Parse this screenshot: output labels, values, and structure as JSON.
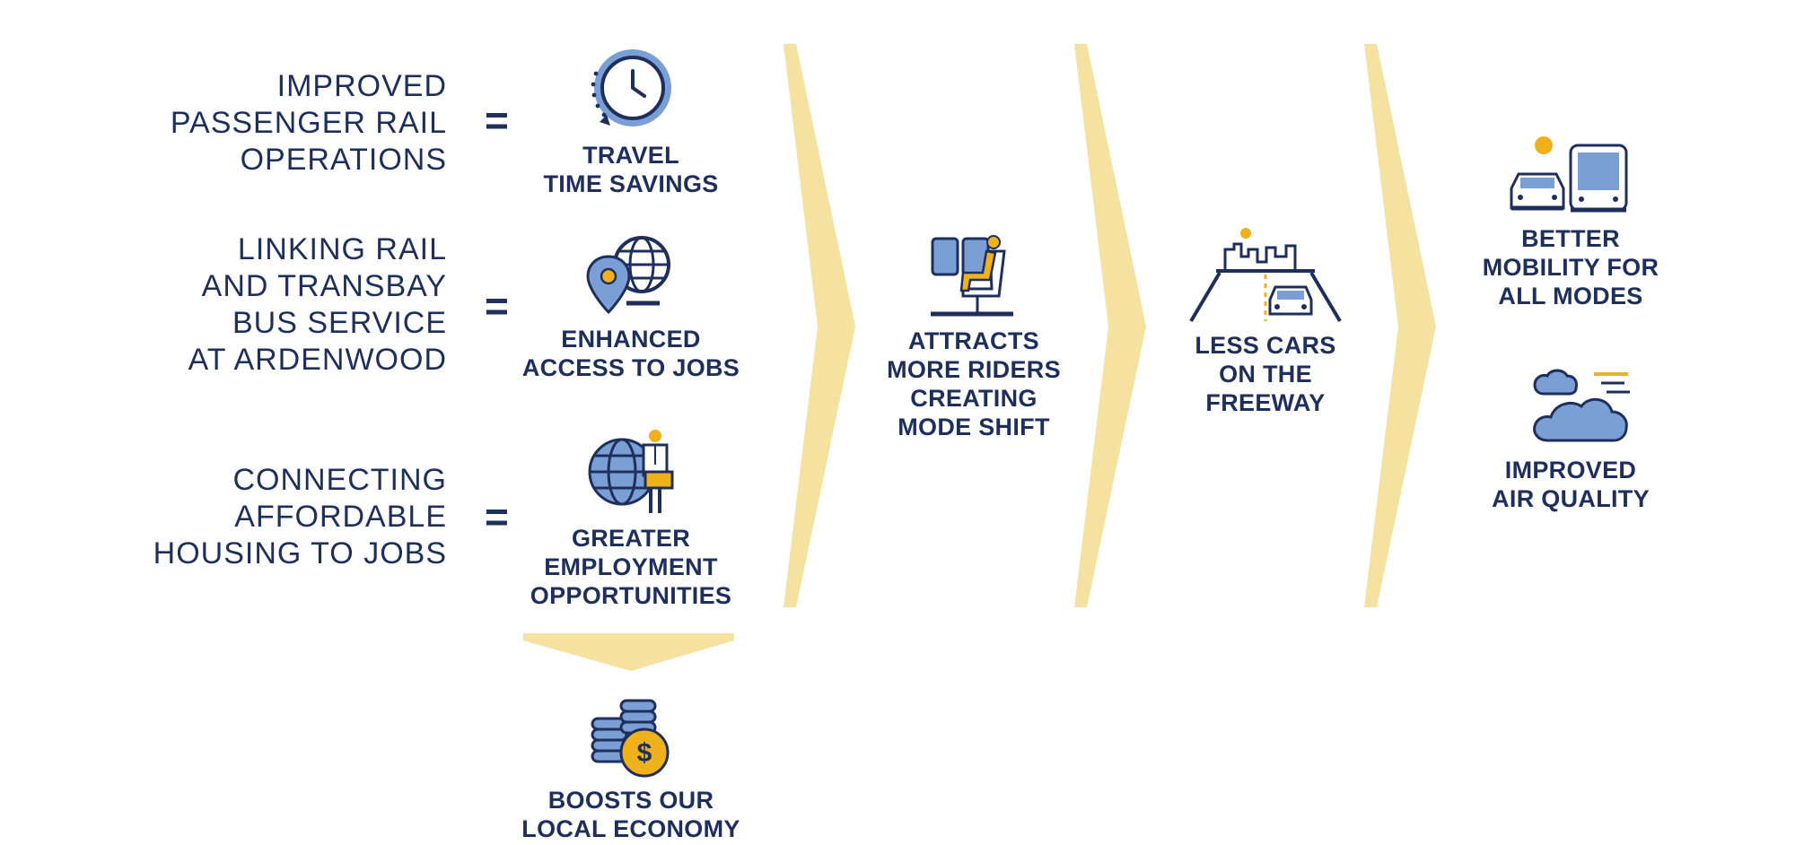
{
  "colors": {
    "navy": "#1f2f5c",
    "blue": "#7a9fd4",
    "gold": "#f0b21c",
    "pale": "#f5e1a0"
  },
  "causes": [
    {
      "text": "IMPROVED\nPASSENGER RAIL\nOPERATIONS"
    },
    {
      "text": "LINKING RAIL\nAND TRANSBAY\nBUS SERVICE\nAT ARDENWOOD"
    },
    {
      "text": "CONNECTING\nAFFORDABLE\nHOUSING TO JOBS"
    }
  ],
  "equals": "=",
  "benefits": [
    {
      "icon": "clock-icon",
      "label": "TRAVEL\nTIME SAVINGS"
    },
    {
      "icon": "location-globe-icon",
      "label": "ENHANCED\nACCESS TO JOBS"
    },
    {
      "icon": "globe-worker-icon",
      "label": "GREATER\nEMPLOYMENT\nOPPORTUNITIES"
    }
  ],
  "economy": {
    "icon": "coins-icon",
    "label": "BOOSTS OUR\nLOCAL ECONOMY"
  },
  "riders": {
    "icon": "train-seat-passenger-icon",
    "label": "ATTRACTS\nMORE RIDERS\nCREATING\nMODE SHIFT"
  },
  "freeway": {
    "icon": "freeway-car-icon",
    "label": "LESS CARS\nON THE\nFREEWAY"
  },
  "outcomes": [
    {
      "icon": "car-bus-icon",
      "label": "BETTER\nMOBILITY FOR\nALL MODES"
    },
    {
      "icon": "clouds-icon",
      "label": "IMPROVED\nAIR QUALITY"
    }
  ]
}
